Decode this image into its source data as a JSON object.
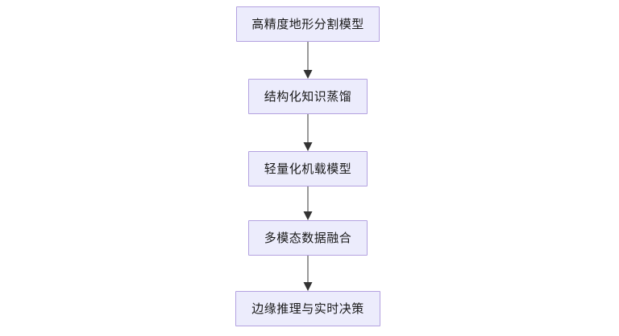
{
  "diagram": {
    "type": "flowchart",
    "orientation": "top-to-bottom",
    "background_color": "#ffffff",
    "node_fill_color": "#ececfc",
    "node_border_color": "#b3a1e0",
    "node_text_color": "#1a1a1a",
    "connector_line_color": "#9a9a9a",
    "connector_arrow_color": "#333333",
    "nodes": [
      {
        "id": "node-1",
        "label": "高精度地形分割模型"
      },
      {
        "id": "node-2",
        "label": "结构化知识蒸馏"
      },
      {
        "id": "node-3",
        "label": "轻量化机载模型"
      },
      {
        "id": "node-4",
        "label": "多模态数据融合"
      },
      {
        "id": "node-5",
        "label": "边缘推理与实时决策"
      }
    ],
    "edges": [
      {
        "id": "edge-1",
        "from": "node-1",
        "to": "node-2",
        "arrow": "down"
      },
      {
        "id": "edge-2",
        "from": "node-2",
        "to": "node-3",
        "arrow": "down"
      },
      {
        "id": "edge-3",
        "from": "node-3",
        "to": "node-4",
        "arrow": "down"
      },
      {
        "id": "edge-4",
        "from": "node-4",
        "to": "node-5",
        "arrow": "down"
      }
    ]
  }
}
